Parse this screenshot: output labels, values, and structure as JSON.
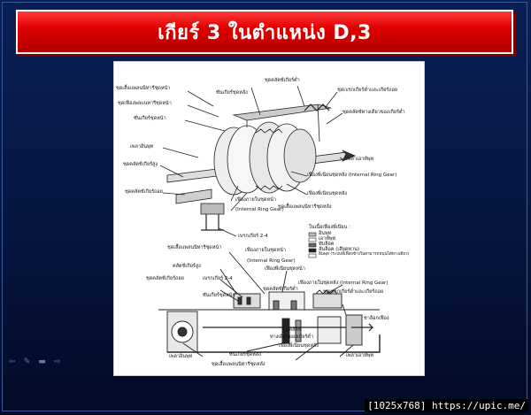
{
  "slide": {
    "title": "เกียร์ 3 ในตำแหน่ง D,3",
    "colors": {
      "title_bar": "#e00000",
      "background": "#061640"
    }
  },
  "diagram": {
    "top_labels": [
      "ชุดคลัตช์เกียร์ต่ำ",
      "ชุดเสื้อแพลนนิทารีชุดหน้า",
      "ชุดเบรกเกียร์ต่ำและเกียร์ถอย",
      "ชุดเฟืองพลแนทารีชุดหน้า",
      "ชุดคลัตช์ทางเดียวของเกียร์ต่ำ",
      "ซันเกียร์ชุดหน้า",
      "ซันเกียร์ชุดหลัง",
      "เพลาอินพุท",
      "เพลาเอาท์พุท",
      "ชุดคลัตช์เกียร์สูง",
      "เฟืองพี่เนียนชุดหลัง (Internal Ring Gear)",
      "เฟืองภายในชุดหน้า",
      "ชุดคลัตช์เกียร์ถอย",
      "เฟืองพี่เนียนชุดหลัง",
      "(Internal Ring Gear)",
      "ชุดเสื้อแพลนนิทารีชุดหลัง",
      "เบรกเกียร์ 2-4"
    ],
    "legend": {
      "title": "ในเนื้อเฟืองพี่เนียน :",
      "items": [
        "อินพุท",
        "เอาท์พุท",
        "ทับล็อค",
        "ลั่นล็อค (เสียดทาน)",
        "อินพุท (ระบบที่เฟืองข้างในสามารถหมุนได้ทางเดียว)"
      ]
    },
    "bottom_labels": [
      "ชุดเสื้อแพลนนิทารีชุดหน้า",
      "เฟืองภายในชุดหน้า",
      "(Internal Ring Gear)",
      "คลัตช์เกียร์สูง",
      "ชุดคลัตช์เกียร์ถอย",
      "เบรกเกียร์ 2-4",
      "เฟืองพี่เนียนชุดหน้า",
      "เฟืองภายในชุดหลัง (Internal Ring Gear)",
      "ชุดคลัตช์เกียร์ต่ำ",
      "ชุดเบรกเกียร์ต่ำและเกียร์ถอย",
      "ซันเกียร์ชุดหน้า",
      "ชาล็อกเฟือง",
      "ชุดคลัตช์",
      "ทางเดียวของเกียร์ต่ำ",
      "เฟืองพี่เนียนชุดหลัง",
      "เพลาอินพุท",
      "ซันเกียร์ชุดหลัง",
      "เพลาเอาท์พุท",
      "ชุดเสื้อแพลนนิทารีชุดหลัง"
    ]
  },
  "nav": {
    "icons": [
      "back-arrow-icon",
      "pen-icon",
      "menu-icon",
      "forward-arrow-icon"
    ],
    "glyphs": [
      "⇦",
      "✎",
      "▬",
      "⇨"
    ]
  },
  "watermark": "[1025x768] https://upic.me/"
}
